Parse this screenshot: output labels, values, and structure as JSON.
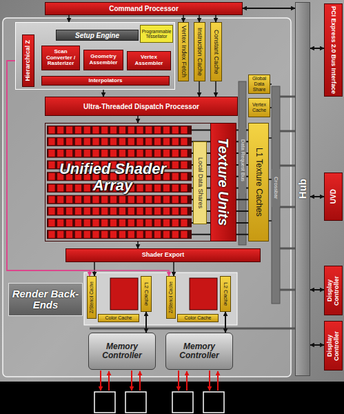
{
  "diagram": {
    "nodes": [
      {
        "text": [
          "Command Processor"
        ]
      },
      {
        "text": [
          "Hub"
        ]
      },
      {
        "text": [
          "PCI Express 2.0 Bus Interface"
        ]
      },
      {
        "text": [
          "UVD"
        ]
      },
      {
        "text": [
          "Display Controller"
        ]
      },
      {
        "text": [
          "Display Controller"
        ]
      },
      {
        "text": [
          "Setup Engine"
        ]
      },
      {
        "text": [
          "Programmable Tessellator"
        ],
        "in": 6
      },
      {
        "text": [
          "Hierarchical Z"
        ],
        "in": 6
      },
      {
        "text": [
          "Scan Converter / Rasterizer"
        ],
        "in": 6
      },
      {
        "text": [
          "Geometry Assembler"
        ],
        "in": 6
      },
      {
        "text": [
          "Vertex Assembler"
        ],
        "in": 6
      },
      {
        "text": [
          "Interpolators"
        ],
        "in": 6
      },
      {
        "text": [
          "Vertex Index Fetch"
        ]
      },
      {
        "text": [
          "Instruction Cache"
        ]
      },
      {
        "text": [
          "Constant Cache"
        ]
      },
      {
        "text": [
          "Ultra-Threaded Dispatch Processor"
        ]
      },
      {
        "text": [
          "Global Data Share"
        ]
      },
      {
        "text": [
          "Vertex Cache"
        ]
      },
      {
        "text": [
          "Unified Shader Array"
        ]
      },
      {
        "text": [
          "Local Data Shares"
        ],
        "in": 19
      },
      {
        "text": [
          "Texture Units"
        ],
        "in": 19
      },
      {
        "text": [
          "L1 Texture Caches"
        ]
      },
      {
        "text": [
          "Shader Export"
        ]
      },
      {
        "text": [
          "Render Back-Ends"
        ]
      },
      {
        "text": [
          "Z/Stencil Cache"
        ]
      },
      {
        "text": [
          "L2 Cache"
        ]
      },
      {
        "text": [
          "Color Cache"
        ]
      },
      {
        "text": [
          "Z/Stencil Cache"
        ]
      },
      {
        "text": [
          "L2 Cache"
        ]
      },
      {
        "text": [
          "Color Cache"
        ]
      },
      {
        "text": [
          "Memory Controller"
        ]
      },
      {
        "text": [
          "Memory Controller"
        ]
      }
    ],
    "edges": [
      {
        "from": 0,
        "to": 1,
        "arrow": "both"
      },
      {
        "from": 0,
        "to": 6,
        "arrow": "to"
      },
      {
        "from": 0,
        "to": 13,
        "arrow": "to"
      },
      {
        "from": 0,
        "to": 14,
        "arrow": "to"
      },
      {
        "from": 0,
        "to": 15,
        "arrow": "to"
      },
      {
        "from": 12,
        "to": 16,
        "arrow": "to"
      },
      {
        "from": 14,
        "to": 16,
        "arrow": "to"
      },
      {
        "from": 15,
        "to": 16,
        "arrow": "to"
      },
      {
        "from": 16,
        "to": 19,
        "arrow": "to"
      },
      {
        "from": 19,
        "to": 23,
        "arrow": "to"
      },
      {
        "from": 23,
        "to": 25,
        "arrow": "to"
      },
      {
        "from": 23,
        "to": 28,
        "arrow": "to"
      },
      {
        "from": 8,
        "to": 25,
        "arrow": "to"
      },
      {
        "from": 8,
        "to": 28,
        "arrow": "to"
      },
      {
        "from": 26,
        "to": 31,
        "arrow": "both"
      },
      {
        "from": 29,
        "to": 32,
        "arrow": "both"
      },
      {
        "from": 1,
        "to": 2,
        "arrow": "both"
      },
      {
        "from": 1,
        "to": 3,
        "arrow": "both"
      },
      {
        "from": 1,
        "to": 4,
        "arrow": "both"
      },
      {
        "from": 1,
        "to": 5,
        "arrow": "both"
      }
    ],
    "labels": [
      "Data Request Bus",
      "Crossbar"
    ]
  }
}
